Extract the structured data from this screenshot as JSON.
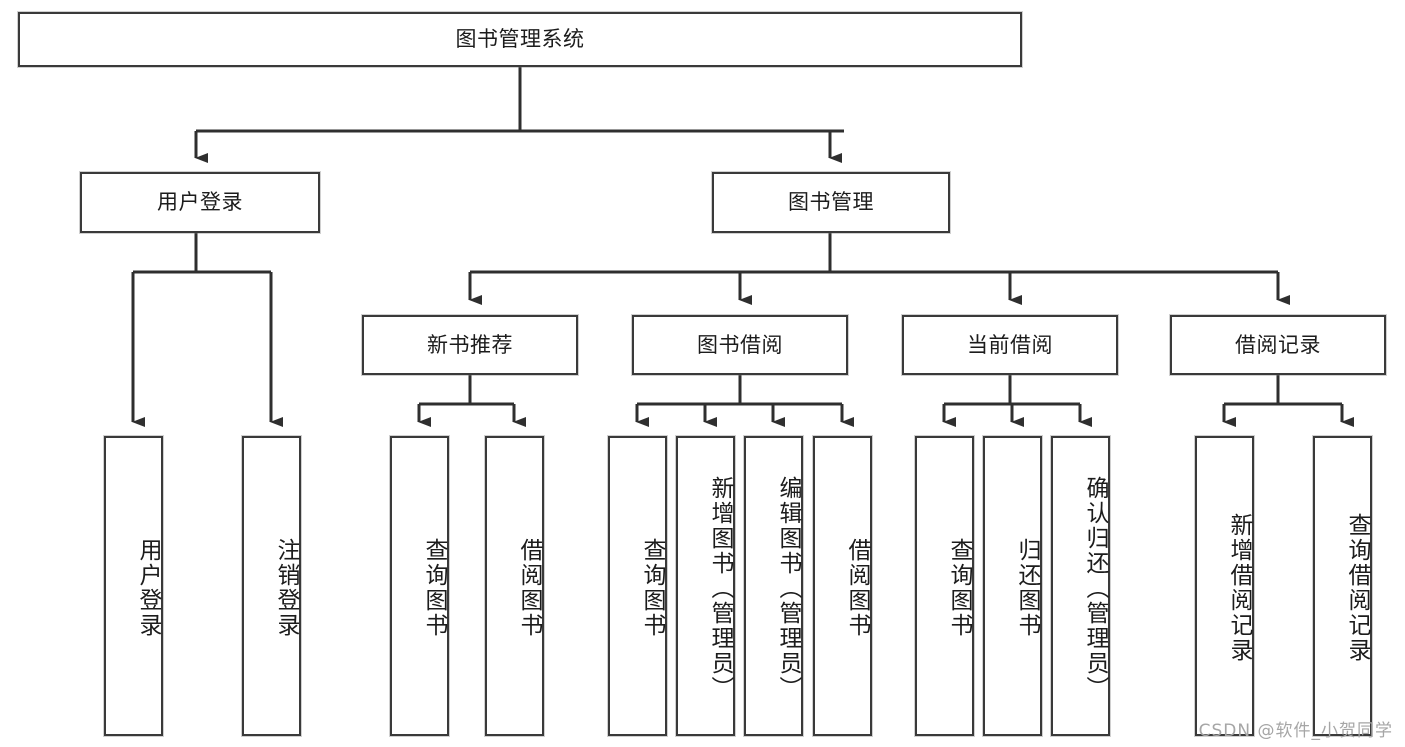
{
  "diagram": {
    "type": "tree",
    "title": "图书管理系统",
    "watermark": "CSDN @软件_小贺同学",
    "colors": {
      "background": "#ffffff",
      "border": "#3a3a3a",
      "text": "#1c1c1c",
      "connector": "#2f2f2f",
      "watermark": "#a6a6a6"
    },
    "root": {
      "label": "图书管理系统"
    },
    "level2": [
      {
        "label": "用户登录"
      },
      {
        "label": "图书管理"
      }
    ],
    "level3": [
      {
        "label": "新书推荐"
      },
      {
        "label": "图书借阅"
      },
      {
        "label": "当前借阅"
      },
      {
        "label": "借阅记录"
      }
    ],
    "leaves": {
      "user_login": [
        {
          "label": "用户登录"
        },
        {
          "label": "注销登录"
        }
      ],
      "new_book_recommend": [
        {
          "label": "查询图书"
        },
        {
          "label": "借阅图书"
        }
      ],
      "book_borrow": [
        {
          "label": "查询图书"
        },
        {
          "label": "新增图书（管理员）"
        },
        {
          "label": "编辑图书（管理员）"
        },
        {
          "label": "借阅图书"
        }
      ],
      "current_borrow": [
        {
          "label": "查询图书"
        },
        {
          "label": "归还图书"
        },
        {
          "label": "确认归还（管理员）"
        }
      ],
      "borrow_record": [
        {
          "label": "新增借阅记录"
        },
        {
          "label": "查询借阅记录"
        }
      ]
    }
  }
}
